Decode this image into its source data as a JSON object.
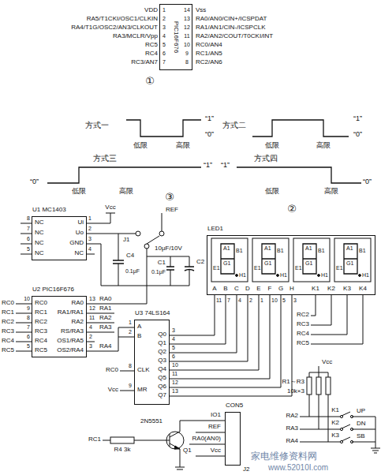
{
  "diagram": {
    "nodes": [
      {
        "text": [
          "PIC16F676"
        ]
      },
      {
        "text": [
          "U1 MC1403"
        ]
      },
      {
        "text": [
          "U2 PIC16F676"
        ]
      },
      {
        "text": [
          "U3 74LS164"
        ]
      },
      {
        "text": [
          "LED1"
        ]
      },
      {
        "text": [
          "CON5"
        ]
      }
    ],
    "edges": [
      {
        "from": 2,
        "to": 3,
        "arrow": "none"
      },
      {
        "from": 3,
        "to": 4,
        "arrow": "none"
      }
    ],
    "labels": [
      "VDD",
      "RA5/T1CKI/OSC1/CLKIN",
      "RA4/T1G/OSC2/AN3/CLKOUT",
      "RA3/MCLR/Vpp",
      "RC5",
      "RC4",
      "RC3/AN7",
      "1",
      "2",
      "3",
      "4",
      "5",
      "6",
      "7",
      "14",
      "13",
      "12",
      "11",
      "10",
      "9",
      "8",
      "Vss",
      "RA0/AN0/CIN+/ICSPDAT",
      "RA1/AN1/CIN-/ICSPCLK",
      "RA2/AN2/COUT/T0CKI/INT",
      "RC0/AN4",
      "RC1/AN5",
      "RC2/AN6",
      "①",
      "方式一",
      "低限",
      "高限",
      "“1”",
      "“0”",
      "方式二",
      "低限",
      "高限",
      "“1”",
      "“0”",
      "方式三",
      "“0”",
      "低限",
      "高限",
      "“1”",
      "③",
      "“1”",
      "方式四",
      "低限",
      "高限",
      "“0”",
      "②",
      "8",
      "7",
      "6",
      "5",
      "NC",
      "NC",
      "NC",
      "NC",
      "Ui",
      "Uo",
      "GND",
      "NC",
      "1",
      "2",
      "3",
      "4",
      "Vcc",
      "J1",
      "REF",
      "C4",
      "0.1μF",
      "10μF/10V",
      "C2",
      "C1",
      "0.1μF",
      "RC0",
      "RC1",
      "RC2",
      "RC3",
      "RC4",
      "RC5",
      "10",
      "9",
      "8",
      "7",
      "6",
      "5",
      "RC0",
      "RC1",
      "RC2",
      "RC3",
      "RC4",
      "RC5",
      "RA0",
      "RA1/RA1",
      "RA2",
      "RS/RA3",
      "OS1/RA5",
      "OS2/RA4",
      "13",
      "12",
      "11",
      "4",
      "2",
      "3",
      "RA0",
      "RA1",
      "RA2",
      "RA3",
      "RA4",
      "A",
      "B",
      "CLK",
      "MR",
      "1",
      "2",
      "8",
      "9",
      "RC0",
      "Vcc",
      "Q0",
      "Q1",
      "Q2",
      "Q3",
      "Q4",
      "Q5",
      "Q6",
      "Q7",
      "3",
      "4",
      "5",
      "6",
      "10",
      "11",
      "12",
      "13",
      "A",
      "B",
      "C",
      "D",
      "E",
      "F",
      "G",
      "H",
      "K1",
      "K2",
      "K3",
      "K4",
      "11",
      "7",
      "4",
      "2",
      "1",
      "10",
      "5",
      "3",
      "RC2",
      "RC3",
      "RC4",
      "RC5",
      "A1",
      "B1",
      "G1",
      "E1",
      "H1",
      "A1",
      "B1",
      "G1",
      "E1",
      "H1",
      "A1",
      "B1",
      "G1",
      "E1",
      "H1",
      "A1",
      "B1",
      "G1",
      "E1",
      "H1",
      "R1～R3",
      "10k×3",
      "Vcc",
      "RA2",
      "RA3",
      "RA4",
      "K1",
      "K2",
      "K3",
      "UP",
      "DN",
      "SB",
      "家电维修资料网",
      "www.52010I.com",
      "RC1",
      "R4 3k",
      "2N5551",
      "Q1",
      "IO1",
      "REF",
      "RA0(AN0)",
      "Vcc",
      "J2"
    ]
  }
}
